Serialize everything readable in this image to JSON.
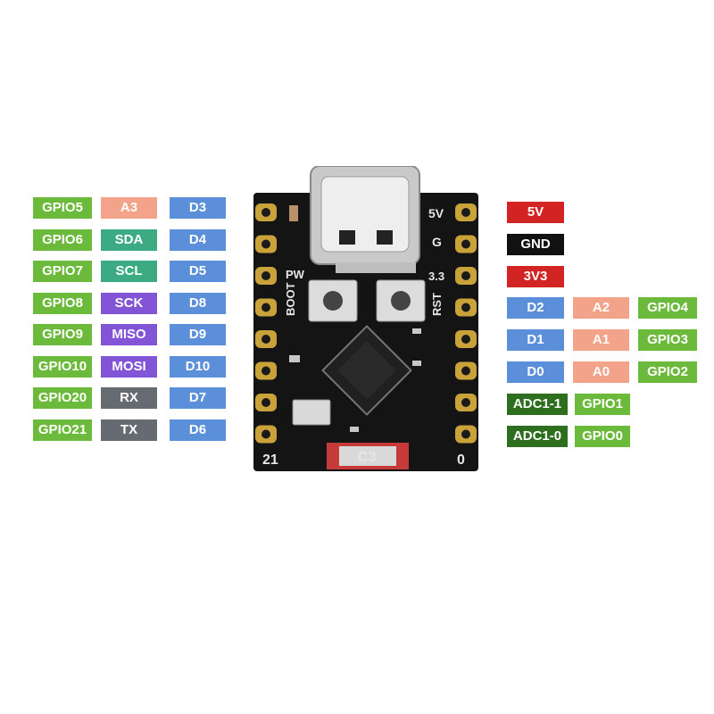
{
  "colors": {
    "gpio": "#6cba3c",
    "analog": "#f2a38a",
    "digital": "#5b8fd9",
    "i2c": "#3cab84",
    "spi": "#8155d6",
    "uart": "#666b72",
    "power_red": "#d32424",
    "ground": "#111111",
    "adc": "#2e6e1f"
  },
  "left_pins": [
    {
      "gpio": "GPIO5",
      "func": "A3",
      "func_color": "analog",
      "digital": "D3"
    },
    {
      "gpio": "GPIO6",
      "func": "SDA",
      "func_color": "i2c",
      "digital": "D4"
    },
    {
      "gpio": "GPIO7",
      "func": "SCL",
      "func_color": "i2c",
      "digital": "D5"
    },
    {
      "gpio": "GPIO8",
      "func": "SCK",
      "func_color": "spi",
      "digital": "D8"
    },
    {
      "gpio": "GPIO9",
      "func": "MISO",
      "func_color": "spi",
      "digital": "D9"
    },
    {
      "gpio": "GPIO10",
      "func": "MOSI",
      "func_color": "spi",
      "digital": "D10"
    },
    {
      "gpio": "GPIO20",
      "func": "RX",
      "func_color": "uart",
      "digital": "D7"
    },
    {
      "gpio": "GPIO21",
      "func": "TX",
      "func_color": "uart",
      "digital": "D6"
    }
  ],
  "right_pins": [
    {
      "labels": [
        {
          "text": "5V",
          "color": "power_red"
        }
      ]
    },
    {
      "labels": [
        {
          "text": "GND",
          "color": "ground"
        }
      ]
    },
    {
      "labels": [
        {
          "text": "3V3",
          "color": "power_red"
        }
      ]
    },
    {
      "labels": [
        {
          "text": "D2",
          "color": "digital"
        },
        {
          "text": "A2",
          "color": "analog"
        },
        {
          "text": "GPIO4",
          "color": "gpio"
        }
      ]
    },
    {
      "labels": [
        {
          "text": "D1",
          "color": "digital"
        },
        {
          "text": "A1",
          "color": "analog"
        },
        {
          "text": "GPIO3",
          "color": "gpio"
        }
      ]
    },
    {
      "labels": [
        {
          "text": "D0",
          "color": "digital"
        },
        {
          "text": "A0",
          "color": "analog"
        },
        {
          "text": "GPIO2",
          "color": "gpio"
        }
      ]
    },
    {
      "labels": [
        {
          "text": "ADC1-1",
          "color": "adc"
        },
        {
          "text": "GPIO1",
          "color": "gpio"
        }
      ]
    },
    {
      "labels": [
        {
          "text": "ADC1-0",
          "color": "adc"
        },
        {
          "text": "GPIO0",
          "color": "gpio"
        }
      ]
    }
  ],
  "board": {
    "silk_5v": "5V",
    "silk_g": "G",
    "silk_pw": "PW",
    "silk_33": "3.3",
    "silk_boot": "BOOT",
    "silk_rst": "RST",
    "silk_21": "21",
    "silk_0": "0",
    "logo": "C3"
  }
}
